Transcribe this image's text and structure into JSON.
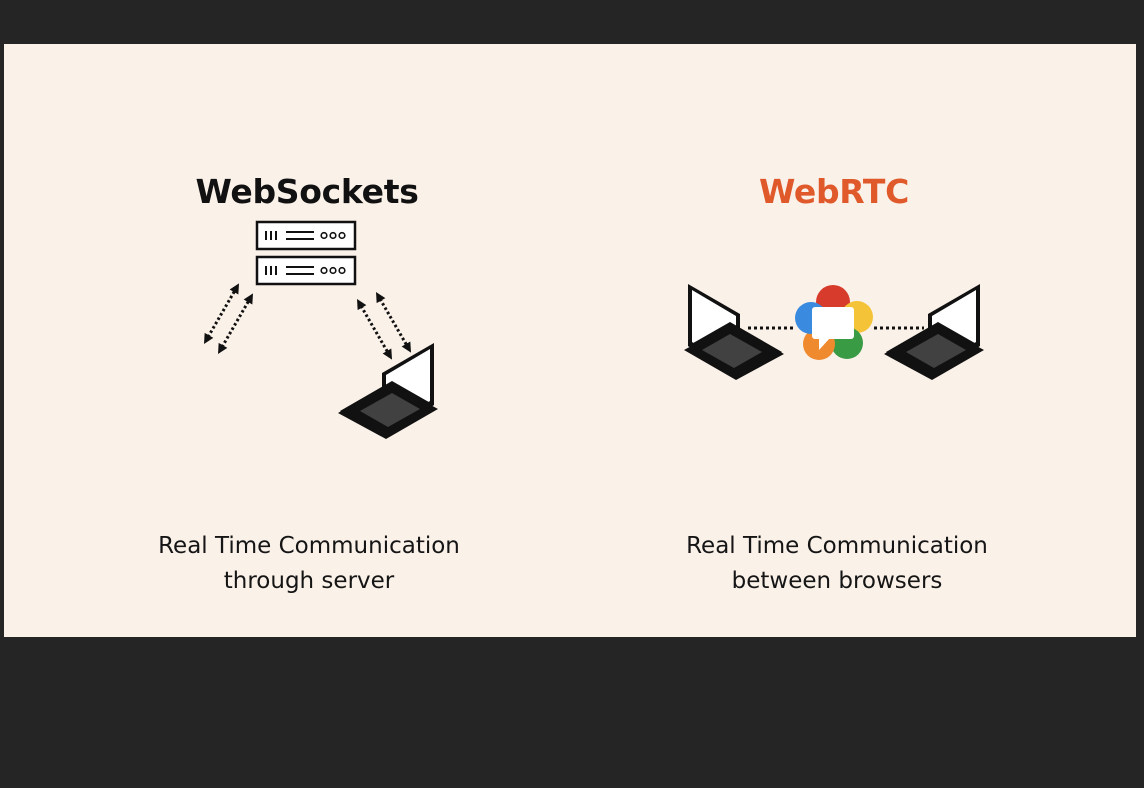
{
  "left_panel": {
    "title": "WebSockets",
    "caption_line1": "Real Time Communication",
    "caption_line2": "through server"
  },
  "right_panel": {
    "title": "WebRTC",
    "caption_line1": "Real Time Communication",
    "caption_line2": "between browsers"
  },
  "colors": {
    "background": "#faf1e9",
    "frame": "#252525",
    "webrtc_accent": "#e0592a",
    "webrtc_logo": [
      "#d63b2b",
      "#f5c338",
      "#3a9b45",
      "#f08a2f",
      "#3a8be0"
    ]
  },
  "icons": [
    "server-icon",
    "laptop-icon",
    "webrtc-logo-icon",
    "bidirectional-arrow-icon"
  ]
}
